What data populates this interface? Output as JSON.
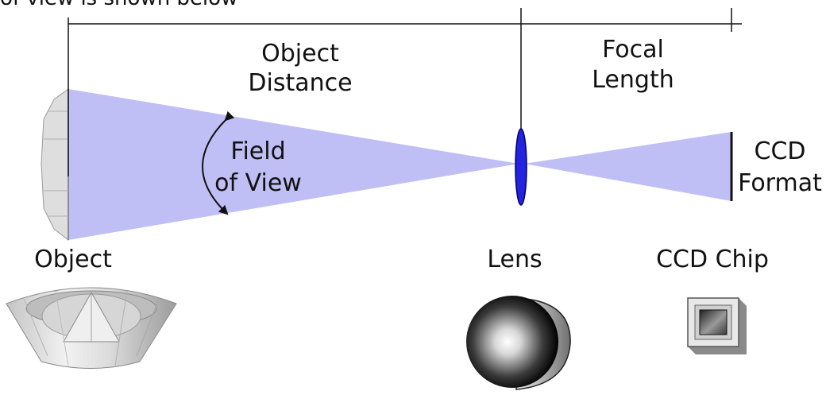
{
  "caption_fragment": "of view is shown below",
  "labels": {
    "object_distance": [
      "Object",
      "Distance"
    ],
    "focal_length": [
      "Focal",
      "Length"
    ],
    "field_of_view": [
      "Field",
      "of View"
    ],
    "ccd_format": [
      "CCD",
      "Format"
    ],
    "object": "Object",
    "lens": "Lens",
    "ccd_chip": "CCD Chip"
  },
  "colors": {
    "light_cone": "#bfbff5",
    "lens_fill": "#2323e0",
    "line": "#111111"
  }
}
